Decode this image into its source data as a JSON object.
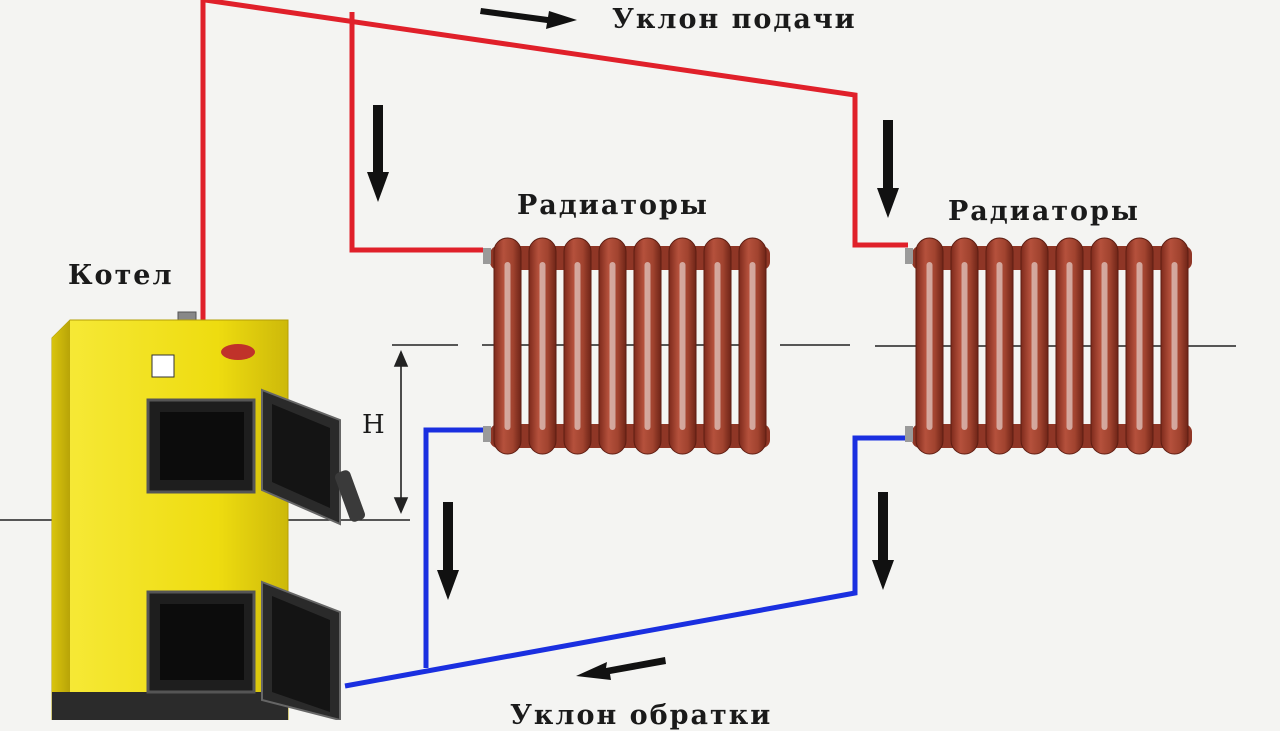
{
  "labels": {
    "supply_slope": "Уклон подачи",
    "radiators_left": "Радиаторы",
    "radiators_right": "Радиаторы",
    "boiler": "Котел",
    "height": "H",
    "return_slope": "Уклон обратки"
  },
  "colors": {
    "supply_pipe": "#e0202a",
    "return_pipe": "#1a2fe0",
    "boiler_body": "#f2e21a",
    "radiator": "#a8412f",
    "arrow": "#111111"
  }
}
